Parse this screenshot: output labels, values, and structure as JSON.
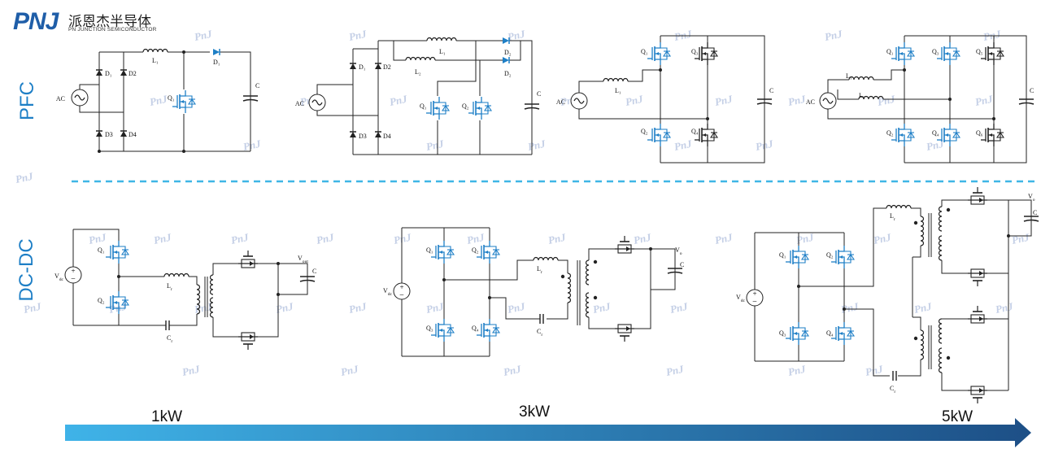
{
  "logo": {
    "mark": "PNJ",
    "chinese_name": "派恩杰半导体",
    "english_name": "PN JUNCTION SEMICONDUCTOR"
  },
  "sections": {
    "pfc_label": "PFC",
    "dcdc_label": "DC-DC"
  },
  "power_levels": [
    "1kW",
    "3kW",
    "5kW"
  ],
  "watermark": "PnJ",
  "colors": {
    "brand_blue": "#1f5ea8",
    "accent_blue": "#1e7fc6",
    "dashed_divider": "#3fb6e6",
    "arrow_start": "#3fb3e8",
    "arrow_end": "#1d4f86",
    "wire": "#222222",
    "watermark": "#c4cfe6"
  },
  "pfc_circuits": {
    "c1": {
      "src": "AC",
      "d1": "D₁",
      "d2": "D2",
      "d3": "D3",
      "d4": "D4",
      "l": "L₁",
      "dout": "D₁",
      "q": "Q₁",
      "cap": "C"
    },
    "c2": {
      "src": "AC",
      "d1": "D₁",
      "d2": "D2",
      "d3": "D3",
      "d4": "D4",
      "l1": "L₁",
      "l2": "L₂",
      "dout1": "D₂",
      "dout2": "D₂",
      "q1": "Q₁",
      "q2": "Q₂",
      "cap": "C"
    },
    "c3": {
      "src": "AC",
      "l": "L₁",
      "q1": "Q₁",
      "q2": "Q₂",
      "q3": "Q₃",
      "q4": "Q₄",
      "cap": "C"
    },
    "c4": {
      "src": "AC",
      "l1": "L₁",
      "l2": "L₂",
      "q1": "Q₁",
      "q2": "Q₂",
      "q3": "Q₃",
      "q4": "Q₄",
      "q5": "Q₅",
      "q6": "Q₆",
      "cap": "C"
    }
  },
  "dcdc_circuits": {
    "c1": {
      "vin": "V_dc",
      "q1": "Q₁",
      "q2": "Q₂",
      "lr": "L_r",
      "cr": "C_r",
      "vout": "V_out",
      "cap": "C"
    },
    "c2": {
      "vin": "V_dc",
      "q1": "Q₁",
      "q2": "Q₂",
      "q3": "Q₃",
      "q4": "Q₄",
      "lr": "L_r",
      "cr": "C_r",
      "vo": "V_o",
      "cap": "C"
    },
    "c3": {
      "vin": "V_dc",
      "q1": "Q₁",
      "q2": "Q₂",
      "q3": "Q₃",
      "q4": "Q₄",
      "lr": "L_r",
      "cr": "C_r",
      "vo": "V_o",
      "cap": "C"
    }
  }
}
